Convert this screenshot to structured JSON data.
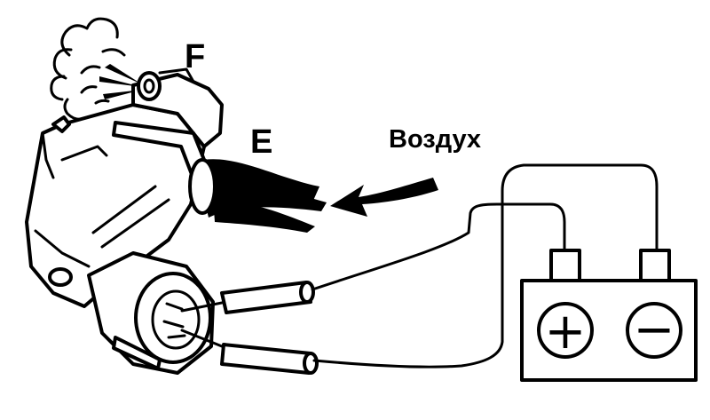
{
  "labels": {
    "outlet": "F",
    "inlet": "E",
    "air": "Воздух"
  },
  "battery": {
    "positive_symbol": "+",
    "negative_symbol": "−"
  },
  "colors": {
    "ink": "#000000",
    "paper": "#ffffff"
  }
}
